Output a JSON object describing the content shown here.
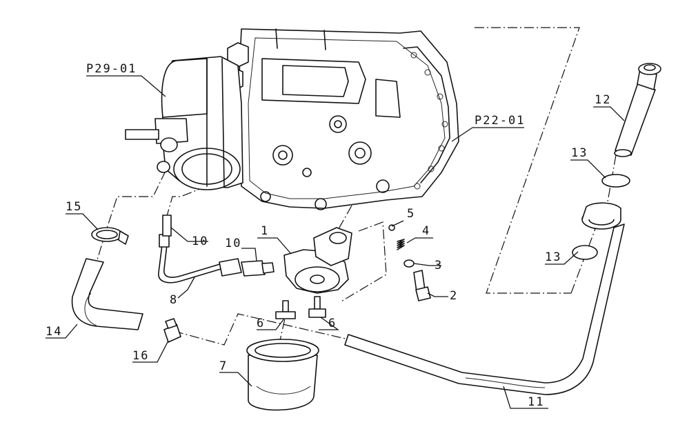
{
  "labels": {
    "p29": "P29-01",
    "p22": "P22-01",
    "n1": "1",
    "n2": "2",
    "n3": "3",
    "n4": "4",
    "n5": "5",
    "n6a": "6",
    "n6b": "6",
    "n7": "7",
    "n8": "8",
    "n10a": "10",
    "n10b": "10",
    "n11": "11",
    "n12": "12",
    "n13a": "13",
    "n13b": "13",
    "n14": "14",
    "n15": "15",
    "n16": "16"
  }
}
